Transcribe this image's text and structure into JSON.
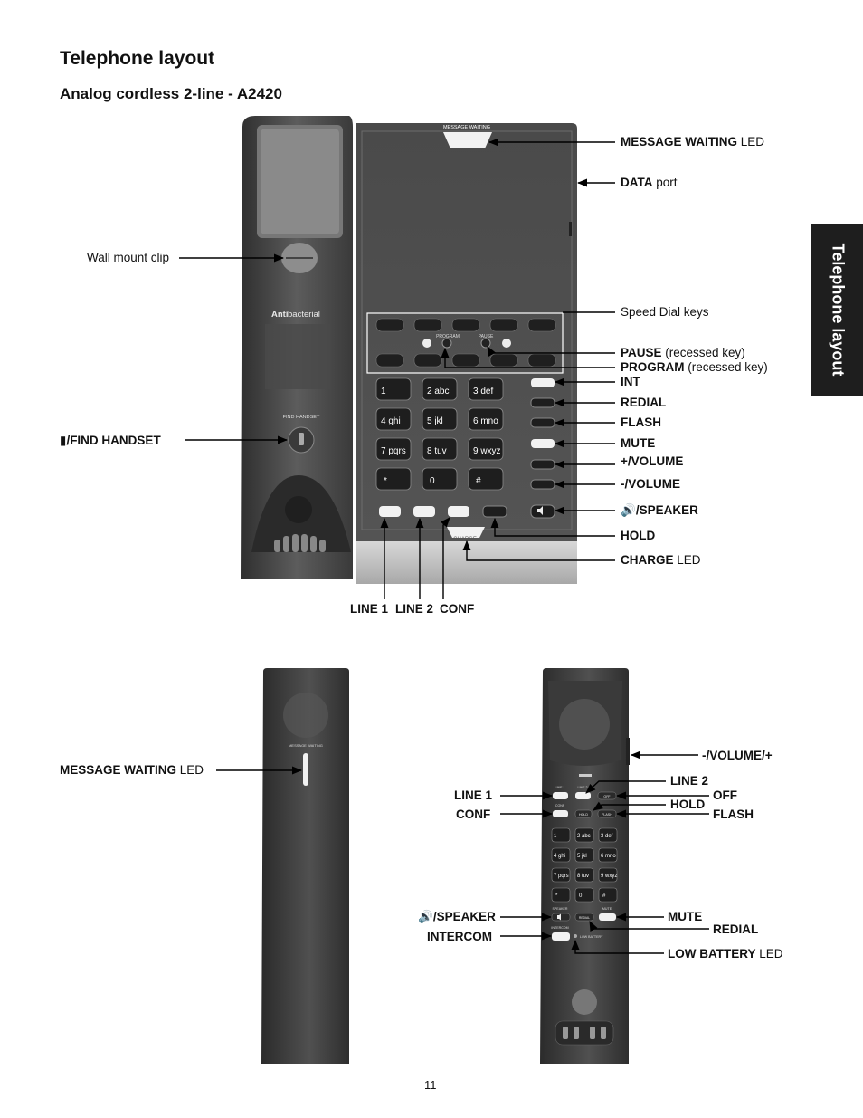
{
  "page_title": "Telephone layout",
  "model_heading": "Analog cordless 2-line - A2420",
  "side_tab": "Telephone layout",
  "page_number": "11",
  "base_labels": {
    "message_waiting_led": {
      "name": "MESSAGE WAITING",
      "suffix": " LED"
    },
    "data_port": {
      "name": "DATA",
      "suffix": " port"
    },
    "wall_mount_clip": "Wall mount clip",
    "speed_dial_keys": "Speed Dial keys",
    "pause": {
      "name": "PAUSE",
      "suffix": " (recessed key)"
    },
    "program": {
      "name": "PROGRAM",
      "suffix": " (recessed key)"
    },
    "int": "INT",
    "redial": "REDIAL",
    "flash": "FLASH",
    "mute": "MUTE",
    "volume_up": "+/VOLUME",
    "volume_down": "-/VOLUME",
    "speaker": "/SPEAKER",
    "hold": "HOLD",
    "charge_led": {
      "name": "CHARGE",
      "suffix": " LED"
    },
    "find_handset": "/FIND HANDSET",
    "line1": "LINE 1",
    "line2": "LINE 2",
    "conf": "CONF"
  },
  "handset_back_labels": {
    "message_waiting_led": {
      "name": "MESSAGE WAITING",
      "suffix": " LED"
    }
  },
  "handset_front_labels": {
    "volume": "-/VOLUME/+",
    "line2": "LINE 2",
    "line1": "LINE 1",
    "off": "OFF",
    "hold": "HOLD",
    "conf": "CONF",
    "flash": "FLASH",
    "speaker": "/SPEAKER",
    "mute": "MUTE",
    "intercom": "INTERCOM",
    "redial": "REDIAL",
    "low_battery_led": {
      "name": "LOW BATTERY",
      "suffix": " LED"
    }
  },
  "device_print": {
    "message_waiting": "MESSAGE WAITING",
    "brand_bold": "Anti",
    "brand_light": "bacterial",
    "find_handset": "FIND HANDSET",
    "program": "PROGRAM",
    "pause": "PAUSE",
    "charge": "CHARGE",
    "keypad": [
      "1",
      "2 abc",
      "3 def",
      "4 ghi",
      "5 jkl",
      "6 mno",
      "7 pqrs",
      "8 tuv",
      "9 wxyz",
      "*",
      "0",
      "#"
    ],
    "handset_keys": [
      "LINE 1",
      "LINE 2",
      "CONF",
      "OFF",
      "HOLD",
      "FLASH",
      "SPEAKER",
      "MUTE",
      "INTERCOM",
      "REDIAL",
      "LOW BATTERY"
    ]
  },
  "colors": {
    "device_dark": "#3a3a3a",
    "device_mid": "#5a5a5a",
    "panel": "#4e4e4e",
    "key": "#6a6a6a",
    "leader_line": "#000000",
    "tab_bg": "#1e1e1e"
  }
}
